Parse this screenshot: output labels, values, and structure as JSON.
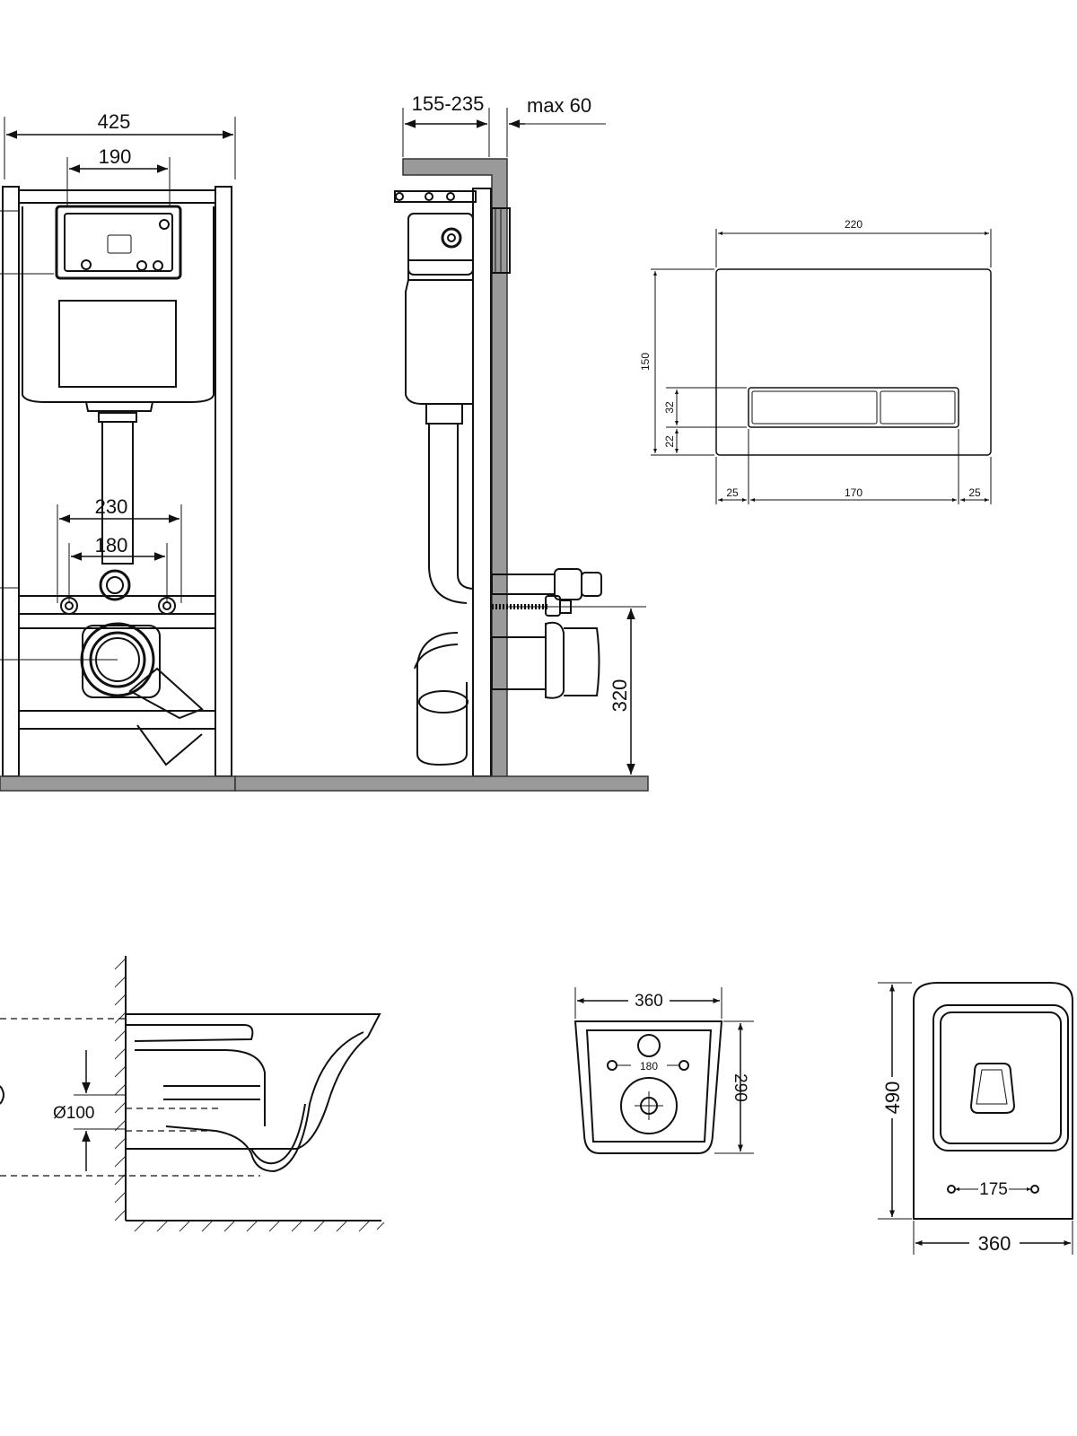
{
  "frame_front": {
    "width_label": "425",
    "flush_plate_spacing_label": "190",
    "bolt_outer_label": "230",
    "bolt_inner_label": "180"
  },
  "frame_side": {
    "depth_range_label": "155-235",
    "max_label": "max 60",
    "outlet_height_label": "320"
  },
  "flush_plate": {
    "width_label": "220",
    "height_label": "150",
    "button_height_label": "32",
    "bottom_offset_label": "22",
    "left_margin_label": "25",
    "button_width_label": "170",
    "right_margin_label": "25"
  },
  "bowl_side": {
    "outlet_diameter_label": "Ø100"
  },
  "bowl_rear": {
    "width_label": "360",
    "bolt_spacing_label": "180",
    "height_label": "290"
  },
  "bowl_top": {
    "length_label": "490",
    "width_label": "360",
    "seat_spacing_label": "175"
  },
  "colors": {
    "line": "#111111",
    "wall_fill": "#9a9a9a"
  }
}
